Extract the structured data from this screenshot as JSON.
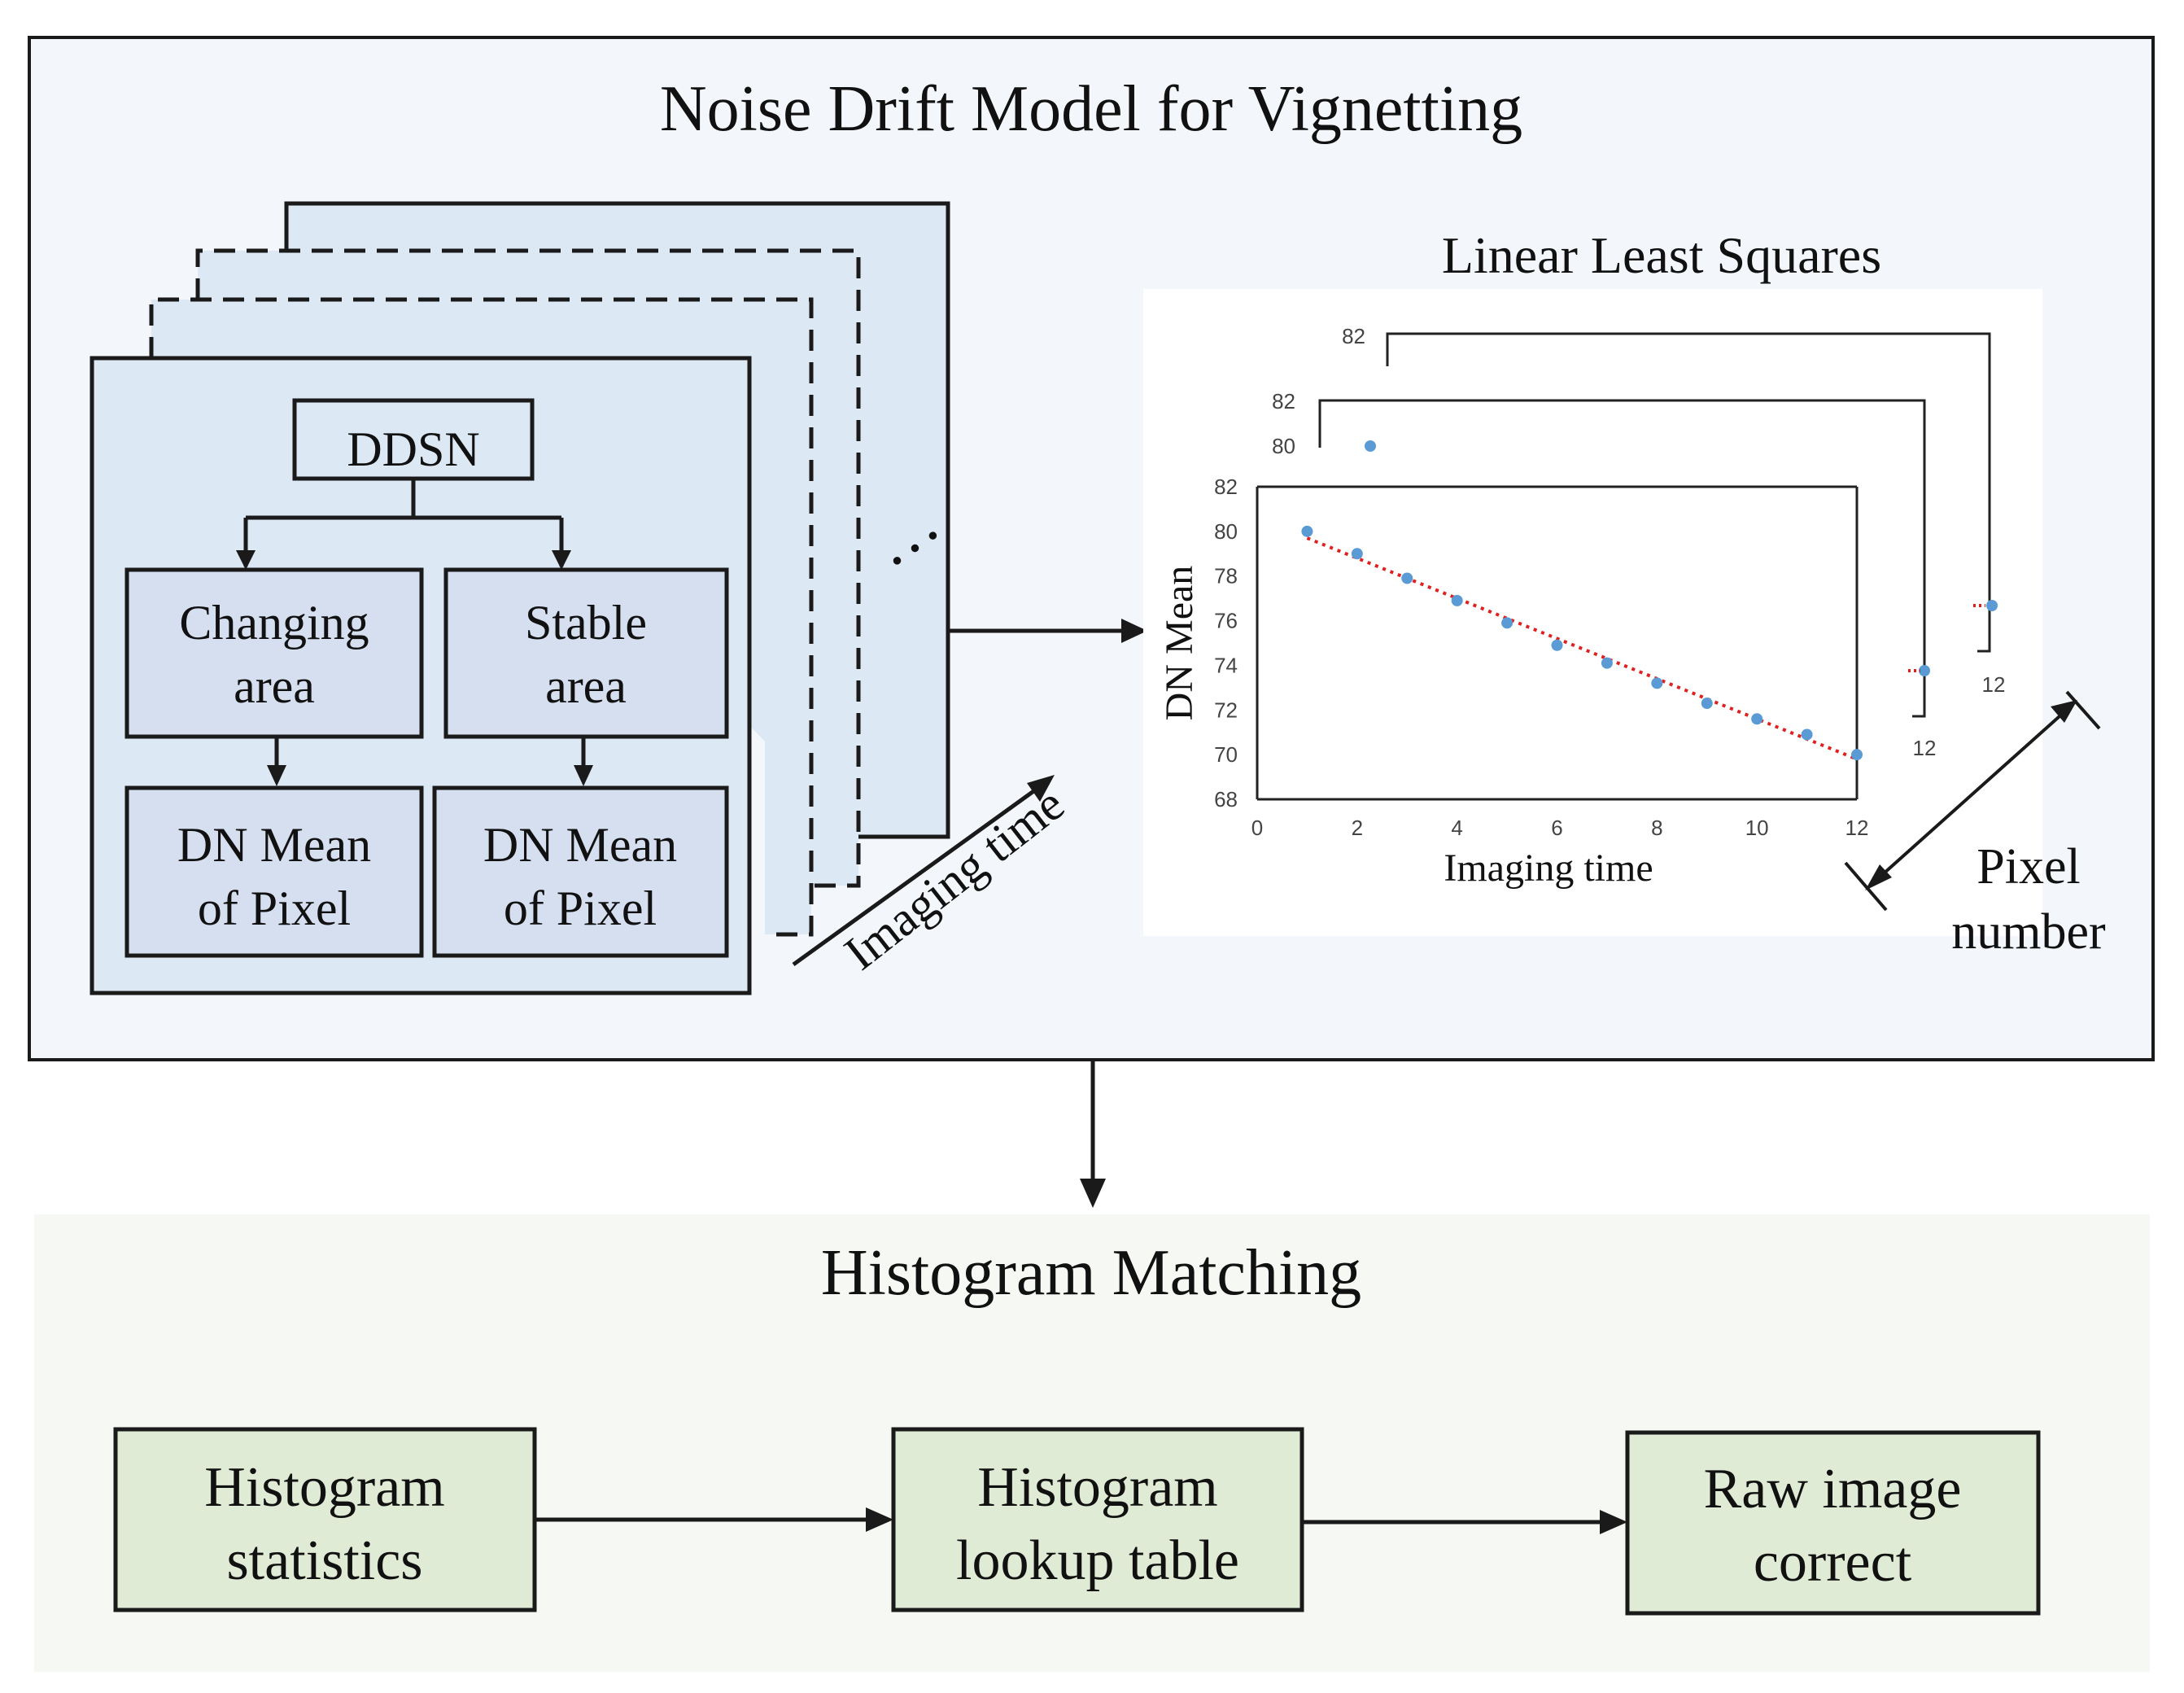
{
  "top_panel": {
    "title": "Noise Drift Model for Vignetting",
    "ddsn_label": "DDSN",
    "changing_area_label": "Changing area",
    "stable_area_label": "Stable area",
    "dn_mean_left_label": "DN Mean of Pixel",
    "dn_mean_right_label": "DN Mean of Pixel",
    "ellipsis": "…",
    "imaging_time_axis_label": "Imaging time",
    "pixel_number_label": "Pixel number"
  },
  "chart_area": {
    "title": "Linear Least Squares",
    "back_frame1_tick_82": "82",
    "back_frame2_tick_82": "82",
    "back_frame2_tick_80": "80",
    "back_frame1_xtick_12": "12",
    "back_frame2_xtick_12": "12"
  },
  "chart_data": {
    "type": "scatter",
    "xlabel": "Imaging time",
    "ylabel": "DN Mean",
    "xlim": [
      0,
      12
    ],
    "ylim": [
      68,
      82
    ],
    "xticks": [
      0,
      2,
      4,
      6,
      8,
      10,
      12
    ],
    "yticks": [
      68,
      70,
      72,
      74,
      76,
      78,
      80,
      82
    ],
    "x": [
      1,
      2,
      3,
      4,
      5,
      6,
      7,
      8,
      9,
      10,
      11,
      12
    ],
    "y": [
      80,
      79,
      77.9,
      76.9,
      75.9,
      74.9,
      74.1,
      73.2,
      72.3,
      71.6,
      70.9,
      70
    ],
    "trendline": {
      "x": [
        1,
        12
      ],
      "y": [
        79.7,
        69.8
      ],
      "style": "dotted",
      "color": "#e02020"
    },
    "point_color": "#5b9bd5",
    "grid": false
  },
  "bottom_panel": {
    "title": "Histogram Matching",
    "box1_label": "Histogram statistics",
    "box2_label": "Histogram lookup table",
    "box3_label": "Raw image correct"
  },
  "colors": {
    "top_panel_bg": "#f3f7fc",
    "stack_card_bg": "#dde8f5",
    "inner_box_bg": "#d6dff0",
    "bottom_panel_bg": "#f6f9f3",
    "green_box_bg": "#e0ebd5",
    "point": "#5b9bd5",
    "trendline": "#e02020"
  }
}
